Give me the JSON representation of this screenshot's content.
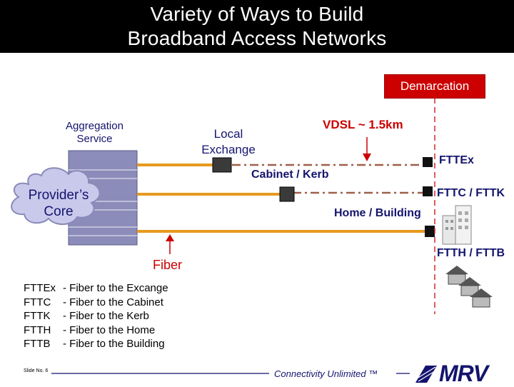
{
  "title": {
    "line1": "Variety of Ways to Build",
    "line2": "Broadband Access Networks"
  },
  "diagram": {
    "demarcation": "Demarcation",
    "aggregation_service": "Aggregation Service",
    "local_exchange": "Local Exchange",
    "vdsl": "VDSL ~ 1.5km",
    "cabinet_kerb": "Cabinet / Kerb",
    "home_building": "Home / Building",
    "fttex": "FTTEx",
    "fttc_fttk": "FTTC / FTTK",
    "ftth_fttb": "FTTH / FTTB",
    "providers_core": "Provider’s Core",
    "fiber": "Fiber"
  },
  "legend": [
    {
      "term": "FTTEx",
      "def": "- Fiber to the Excange"
    },
    {
      "term": "FTTC",
      "def": "- Fiber to the Cabinet"
    },
    {
      "term": "FTTK",
      "def": "- Fiber to the Kerb"
    },
    {
      "term": "FTTH",
      "def": "- Fiber to the Home"
    },
    {
      "term": "FTTB",
      "def": "- Fiber to the Building"
    }
  ],
  "footer": {
    "slide_number": "Slide No. 6",
    "tagline": "Connectivity Unlimited ™",
    "logo": "MRV"
  },
  "colors": {
    "title_bg": "#000000",
    "demarcation_red": "#cc0000",
    "fiber_orange": "#e69a1e",
    "label_navy": "#14146e",
    "cloud_lavender": "#c9c9ec"
  }
}
